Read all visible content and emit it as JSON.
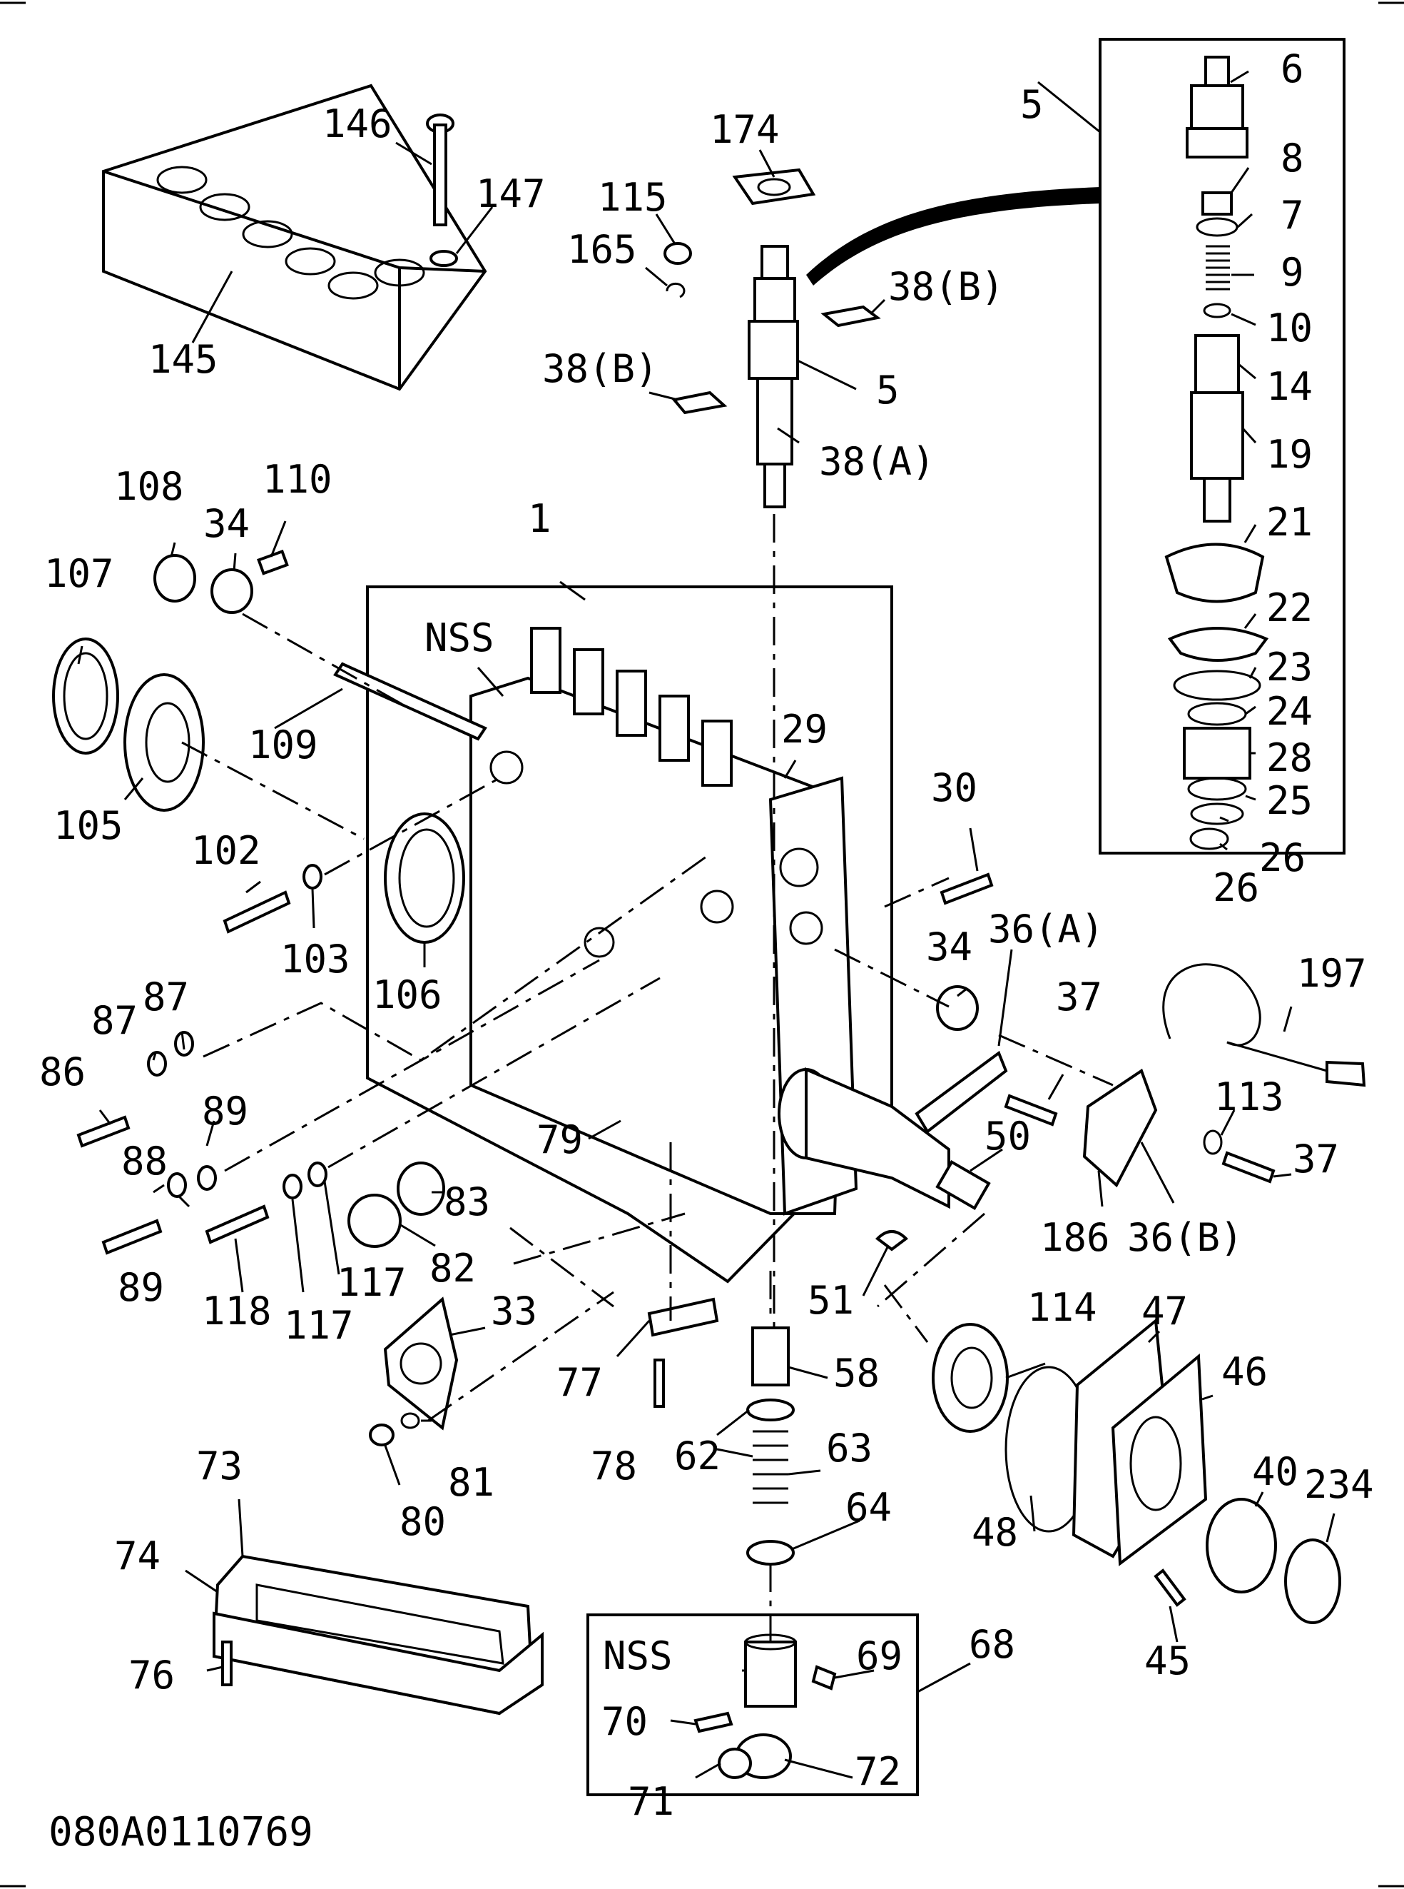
{
  "diagram": {
    "code": "080A0110769",
    "labels": [
      "146",
      "147",
      "145",
      "115",
      "165",
      "174",
      "38(B)",
      "38(B)",
      "5",
      "38(A)",
      "5",
      "6",
      "8",
      "7",
      "9",
      "10",
      "14",
      "19",
      "21",
      "22",
      "23",
      "24",
      "28",
      "25",
      "26",
      "26",
      "108",
      "34",
      "110",
      "107",
      "105",
      "109",
      "NSS",
      "1",
      "29",
      "30",
      "102",
      "103",
      "106",
      "87",
      "87",
      "86",
      "89",
      "88",
      "89",
      "34",
      "36(A)",
      "197",
      "37",
      "113",
      "37",
      "186",
      "36(B)",
      "50",
      "79",
      "83",
      "82",
      "117",
      "117",
      "118",
      "51",
      "33",
      "77",
      "58",
      "78",
      "62",
      "63",
      "64",
      "81",
      "80",
      "114",
      "47",
      "46",
      "40",
      "234",
      "48",
      "45",
      "73",
      "74",
      "76",
      "NSS",
      "69",
      "68",
      "70",
      "72",
      "71"
    ]
  }
}
